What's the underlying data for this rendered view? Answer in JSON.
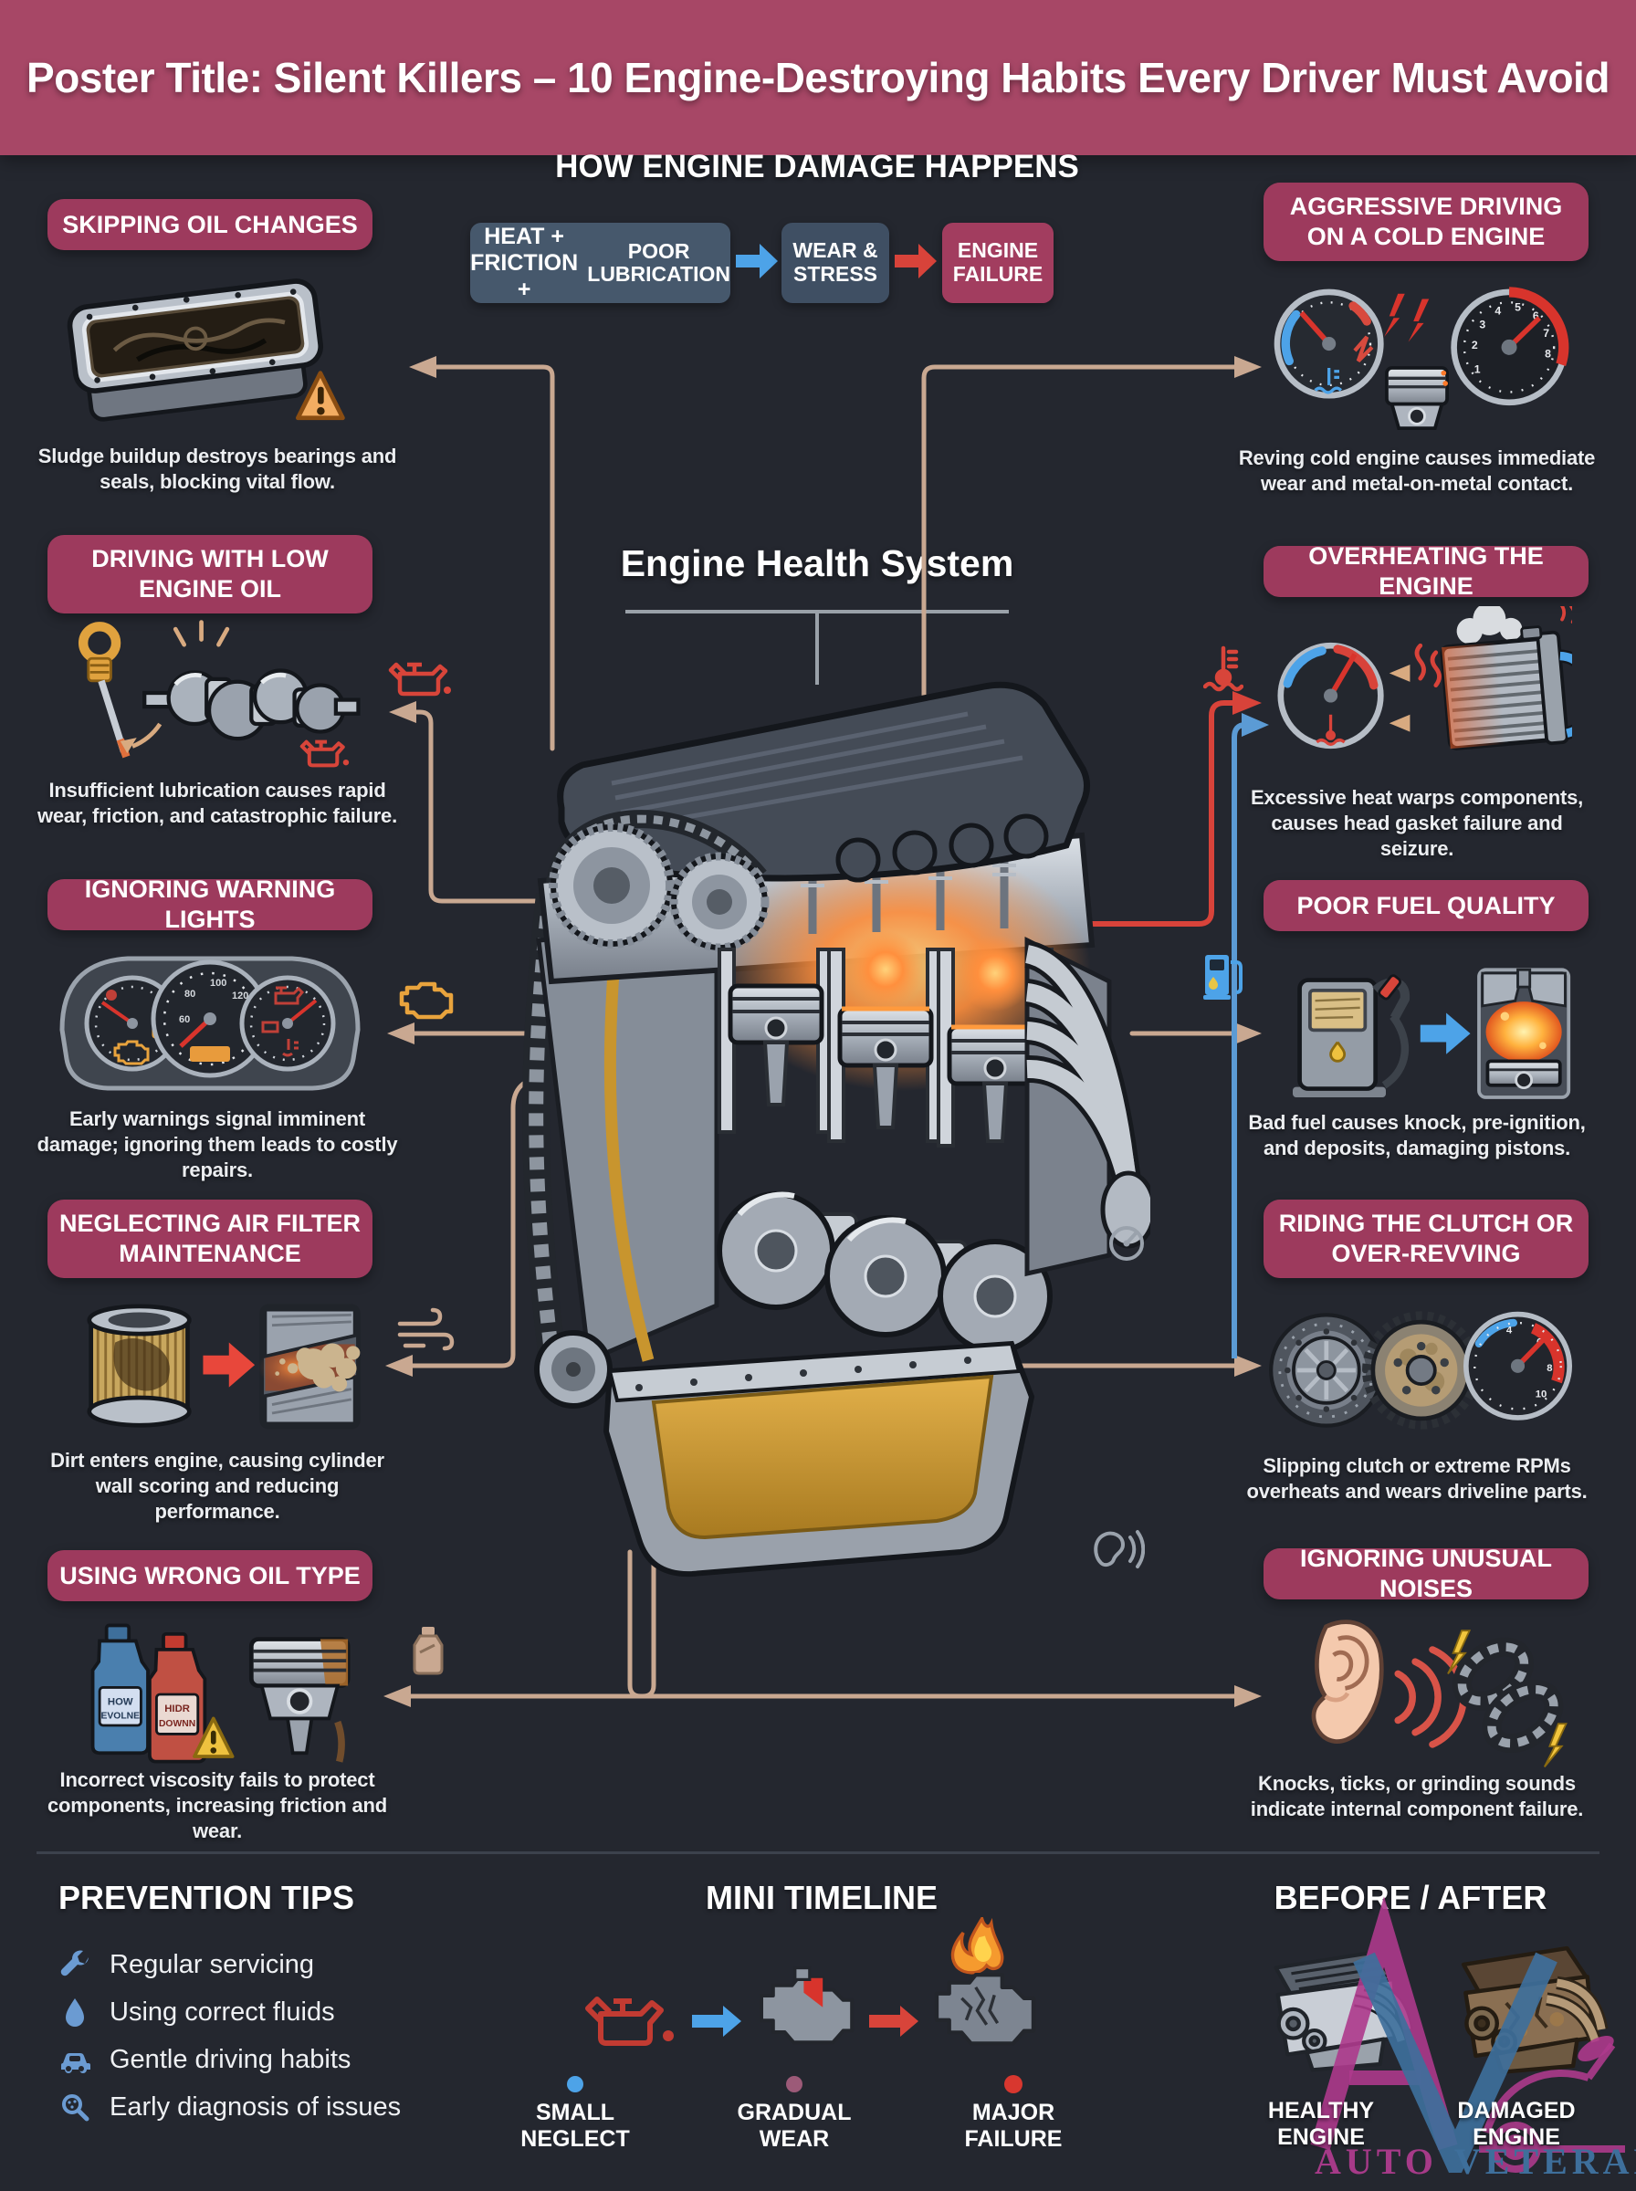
{
  "title": "Poster Title: Silent Killers – 10 Engine-Destroying Habits Every Driver Must Avoid",
  "colors": {
    "background": "#24272f",
    "banner": "#a74766",
    "pill": "#9d3a5d",
    "slate": "#46586c",
    "blue": "#4da3e8",
    "red": "#d8433a",
    "tan_connector": "#c9a891",
    "amber": "#e8a33d",
    "oil_gold": "#d9a63e",
    "watermark_pink": "#a63a88",
    "watermark_blue": "#3e6f9b"
  },
  "flow": {
    "heading": "HOW ENGINE DAMAGE HAPPENS",
    "box1_prefix": "HEAT + FRICTION +",
    "box1_line1": "POOR",
    "box1_line2": "LUBRICATION",
    "box2": "WEAR & STRESS",
    "box3": "ENGINE FAILURE"
  },
  "center": {
    "title": "Engine Health System"
  },
  "left_cards": [
    {
      "title": "SKIPPING OIL CHANGES",
      "caption": "Sludge buildup destroys bearings and seals, blocking vital flow."
    },
    {
      "title": "DRIVING WITH LOW ENGINE OIL",
      "caption": "Insufficient lubrication causes rapid wear, friction, and catastrophic failure."
    },
    {
      "title": "IGNORING WARNING LIGHTS",
      "caption": "Early warnings signal imminent damage; ignoring them leads to costly repairs."
    },
    {
      "title": "NEGLECTING AIR FILTER MAINTENANCE",
      "caption": "Dirt enters engine, causing cylinder wall scoring and reducing performance."
    },
    {
      "title": "USING WRONG OIL TYPE",
      "caption": "Incorrect viscosity fails to protect components, increasing friction and wear."
    }
  ],
  "right_cards": [
    {
      "title": "AGGRESSIVE DRIVING ON A COLD ENGINE",
      "caption": "Reving cold engine causes immediate wear and metal-on-metal contact."
    },
    {
      "title": "OVERHEATING THE ENGINE",
      "caption": "Excessive heat warps components, causes head gasket failure and seizure."
    },
    {
      "title": "POOR FUEL QUALITY",
      "caption": "Bad fuel causes knock, pre-ignition, and deposits, damaging pistons."
    },
    {
      "title": "RIDING THE CLUTCH OR OVER-REVVING",
      "caption": "Slipping clutch or extreme RPMs overheats and wears driveline parts."
    },
    {
      "title": "IGNORING UNUSUAL NOISES",
      "caption": "Knocks, ticks, or grinding sounds indicate internal component failure."
    }
  ],
  "gauge_labels": {
    "cluster_speed": [
      "60",
      "80",
      "100",
      "120"
    ],
    "cold_tach": [
      "1",
      "2",
      "3",
      "4",
      "5",
      "6",
      "7",
      "8"
    ],
    "rev_tach": [
      "4",
      "6",
      "8",
      "10"
    ]
  },
  "oil_bottles": {
    "blue_line1": "HOW",
    "blue_line2": "EVOLNE",
    "red_line1": "HIDR",
    "red_line2": "DOWNN"
  },
  "footer": {
    "prevention": {
      "heading": "PREVENTION TIPS",
      "items": [
        {
          "icon": "wrench-icon",
          "label": "Regular servicing"
        },
        {
          "icon": "droplet-icon",
          "label": "Using correct fluids"
        },
        {
          "icon": "car-icon",
          "label": "Gentle driving habits"
        },
        {
          "icon": "magnifier-icon",
          "label": "Early diagnosis of issues"
        }
      ]
    },
    "timeline": {
      "heading": "MINI TIMELINE",
      "stages": [
        {
          "icon": "oil-can-warning-icon",
          "label": "SMALL NEGLECT"
        },
        {
          "icon": "engine-wear-icon",
          "label": "GRADUAL WEAR"
        },
        {
          "icon": "engine-fire-icon",
          "label": "MAJOR FAILURE"
        }
      ]
    },
    "beforeafter": {
      "heading": "BEFORE / AFTER",
      "labels": [
        "HEALTHY ENGINE",
        "DAMAGED ENGINE"
      ]
    }
  },
  "watermark": {
    "word1": "AUTO",
    "word2": "VETERAN"
  }
}
